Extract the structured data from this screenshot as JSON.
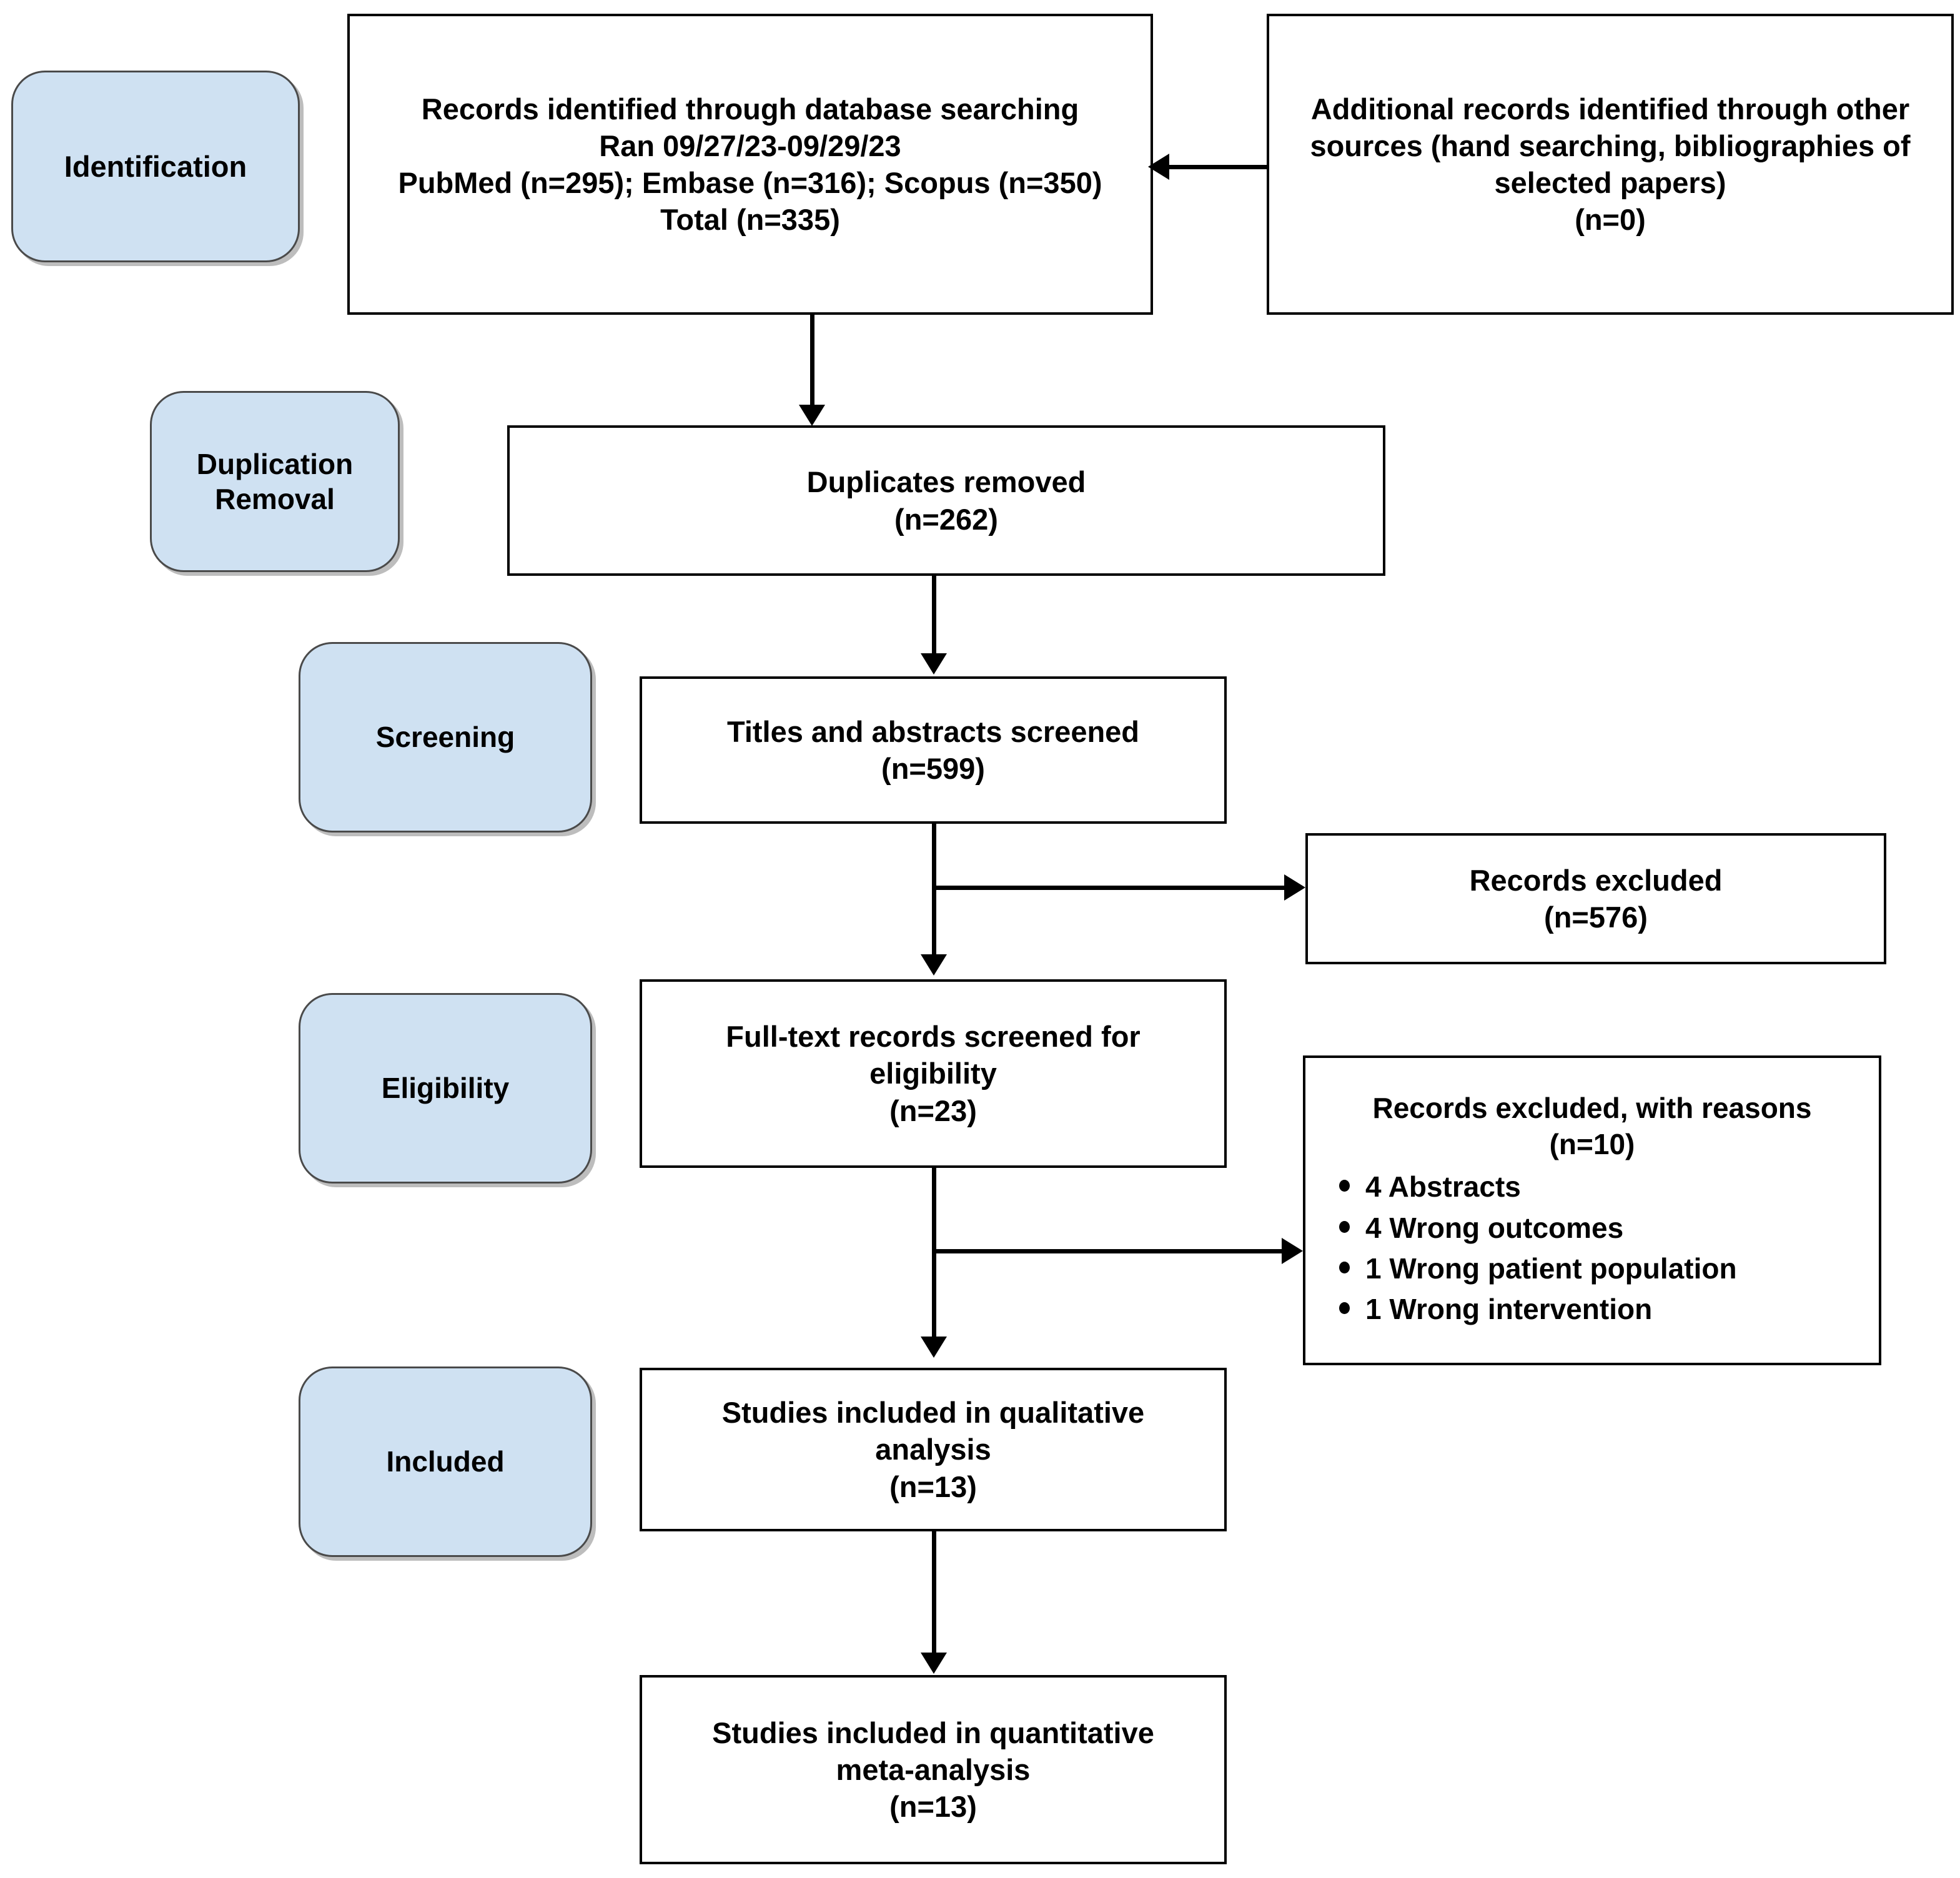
{
  "diagram": {
    "title": "PRISMA flow diagram",
    "accent_color": "#cfe1f2",
    "border_color": "#000000"
  },
  "stages": [
    {
      "id": "identification",
      "label": "Identification"
    },
    {
      "id": "duplication-removal",
      "label": "Duplication Removal"
    },
    {
      "id": "screening",
      "label": "Screening"
    },
    {
      "id": "eligibility",
      "label": "Eligibility"
    },
    {
      "id": "included",
      "label": "Included"
    }
  ],
  "boxes": {
    "records_identified": {
      "lines": [
        "Records identified through database searching",
        "Ran 09/27/23-09/29/23",
        "PubMed (n=295); Embase (n=316); Scopus (n=350)",
        "Total (n=335)"
      ]
    },
    "additional_records": {
      "lines": [
        "Additional records identified through other",
        "sources (hand searching, bibliographies of",
        "selected papers)",
        "(n=0)"
      ]
    },
    "duplicates_removed": {
      "lines": [
        "Duplicates removed",
        "(n=262)"
      ]
    },
    "titles_abstracts": {
      "lines": [
        "Titles and abstracts screened",
        "(n=599)"
      ]
    },
    "records_excluded": {
      "lines": [
        "Records excluded",
        "(n=576)"
      ]
    },
    "full_text": {
      "lines": [
        "Full-text records screened for",
        "eligibility",
        "(n=23)"
      ]
    },
    "excluded_reasons": {
      "header_lines": [
        "Records excluded, with reasons",
        "(n=10)"
      ],
      "items": [
        "4 Abstracts",
        "4 Wrong outcomes",
        "1 Wrong patient population",
        "1 Wrong intervention"
      ]
    },
    "qualitative": {
      "lines": [
        "Studies included in qualitative",
        "analysis",
        "(n=13)"
      ]
    },
    "quantitative": {
      "lines": [
        "Studies included in quantitative",
        "meta-analysis",
        "(n=13)"
      ]
    }
  }
}
